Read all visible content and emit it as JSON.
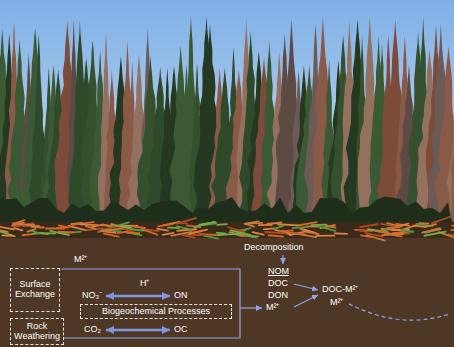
{
  "diagram": {
    "nodes": [
      {
        "text": [
          "Surface Exchange"
        ]
      },
      {
        "text": [
          "Biogeochemical Processes"
        ]
      },
      {
        "text": [
          "Rock Weathering"
        ]
      }
    ],
    "labels": [
      "M²⁺",
      "NO₃⁻",
      "H⁺",
      "ON",
      "CO₂",
      "OC",
      "Decomposition",
      "NOM",
      "DOC",
      "DON",
      "M²⁺",
      "DOC-M²⁺",
      "M²⁺"
    ]
  }
}
